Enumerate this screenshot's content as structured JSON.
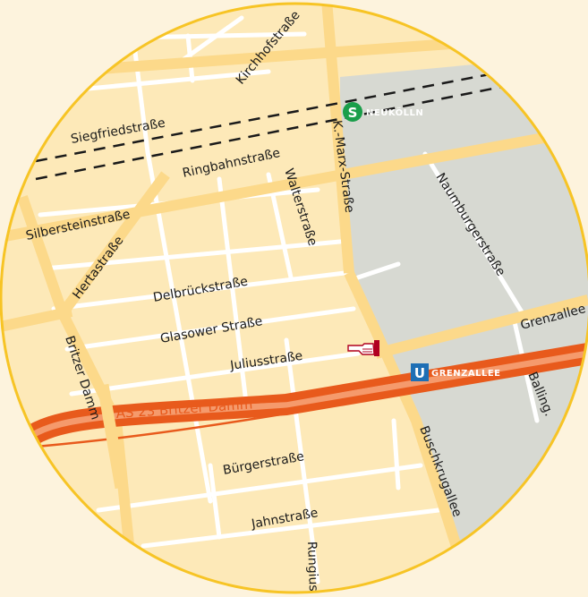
{
  "map": {
    "colors": {
      "page_background": "#fdf3dd",
      "map_background": "#fde9b8",
      "major_road": "#fcd98a",
      "minor_road": "#ffffff",
      "industrial_area": "#d7d9d2",
      "motorway": "#e85a1c",
      "motorway_inner": "#f59a6c",
      "circle_border": "#f7c425",
      "s_bahn": "#1a9e4a",
      "u_bahn": "#1e6fb5",
      "railway": "#1a1a1a"
    },
    "streets": {
      "kirchhofstrasse": "Kirchhofstraße",
      "siegfriedstrasse": "Siegfriedstraße",
      "ringbahnstrasse": "Ringbahnstraße",
      "walterstrasse": "Walterstraße",
      "k_marx_strasse": "K.-Marx-Straße",
      "naumburgerstrasse": "Naumburgerstraße",
      "silbersteinstrasse": "Silbersteinstraße",
      "hertastrasse": "Hertastraße",
      "delbrueckstrasse": "Delbrückstraße",
      "glasower_strasse": "Glasower Straße",
      "grenzallee": "Grenzallee",
      "juliusstrasse": "Juliusstraße",
      "britzer_damm": "Britzer Damm",
      "ballinstrasse": "Balling.",
      "buschkrugallee": "Buschkrugallee",
      "buergerstrasse": "Bürgerstraße",
      "jahnstrasse": "Jahnstraße",
      "rungiusstrasse": "Rungius"
    },
    "motorway_exit_label": "AS 23 Britzer Damm",
    "stations": {
      "s_bahn": {
        "symbol": "S",
        "name": "NEUKÖLLN"
      },
      "u_bahn": {
        "symbol": "U",
        "name": "GRENZALLEE"
      }
    },
    "location_marker_icon": "pointing-hand-icon"
  }
}
